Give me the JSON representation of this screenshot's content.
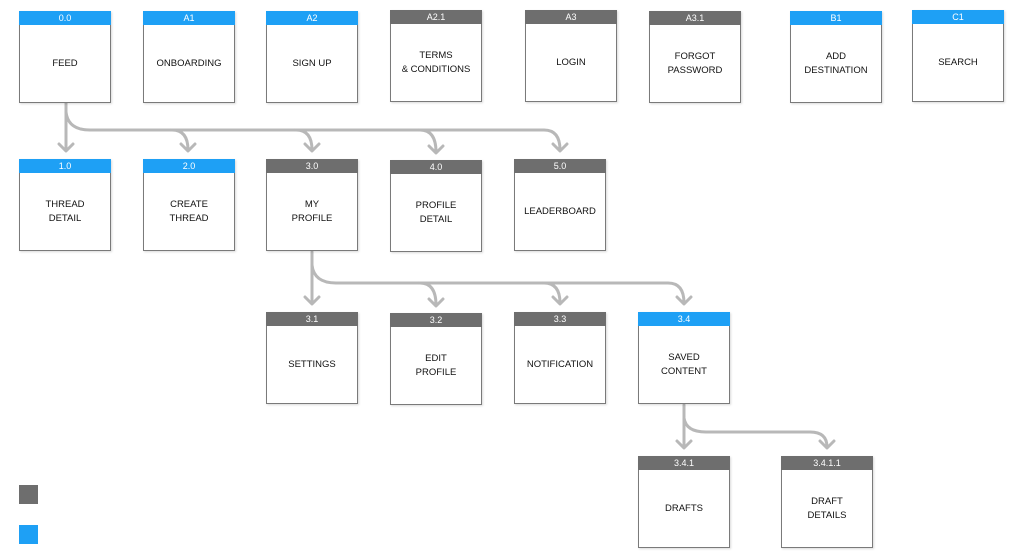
{
  "colors": {
    "blue": "#1ea0f5",
    "gray": "#6e6e6e",
    "connector": "#b8b8b8"
  },
  "nodes": {
    "n0_0": {
      "id": "0.0",
      "label": "FEED"
    },
    "nA1": {
      "id": "A1",
      "label": "ONBOARDING"
    },
    "nA2": {
      "id": "A2",
      "label": "SIGN UP"
    },
    "nA2_1": {
      "id": "A2.1",
      "label": "TERMS\n& CONDITIONS"
    },
    "nA3": {
      "id": "A3",
      "label": "LOGIN"
    },
    "nA3_1": {
      "id": "A3.1",
      "label": "FORGOT\nPASSWORD"
    },
    "nB1": {
      "id": "B1",
      "label": "ADD\nDESTINATION"
    },
    "nC1": {
      "id": "C1",
      "label": "SEARCH"
    },
    "n1_0": {
      "id": "1.0",
      "label": "THREAD\nDETAIL"
    },
    "n2_0": {
      "id": "2.0",
      "label": "CREATE\nTHREAD"
    },
    "n3_0": {
      "id": "3.0",
      "label": "MY\nPROFILE"
    },
    "n4_0": {
      "id": "4.0",
      "label": "PROFILE\nDETAIL"
    },
    "n5_0": {
      "id": "5.0",
      "label": "LEADERBOARD"
    },
    "n3_1": {
      "id": "3.1",
      "label": "SETTINGS"
    },
    "n3_2": {
      "id": "3.2",
      "label": "EDIT\nPROFILE"
    },
    "n3_3": {
      "id": "3.3",
      "label": "NOTIFICATION"
    },
    "n3_4": {
      "id": "3.4",
      "label": "SAVED\nCONTENT"
    },
    "n3_4_1": {
      "id": "3.4.1",
      "label": "DRAFTS"
    },
    "n3_4_1_1": {
      "id": "3.4.1.1",
      "label": "DRAFT\nDETAILS"
    }
  }
}
